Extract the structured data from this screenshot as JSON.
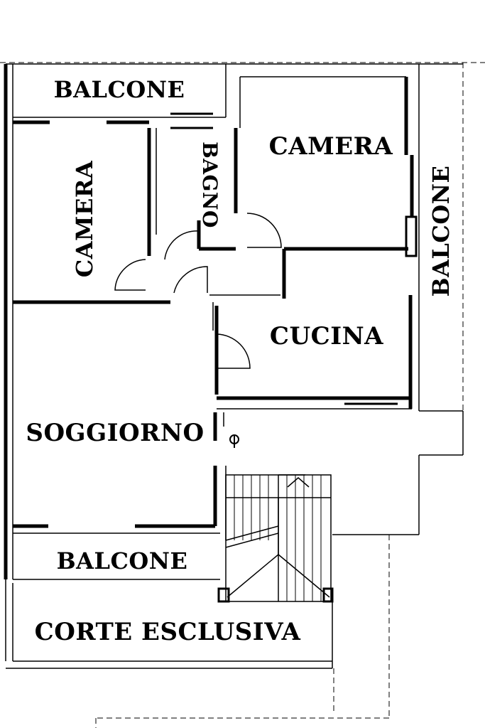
{
  "plan": {
    "rooms": {
      "balcone_top": "BALCONE",
      "camera_left": "CAMERA",
      "bagno": "BAGNO",
      "camera_right": "CAMERA",
      "balcone_right": "BALCONE",
      "cucina": "CUCINA",
      "soggiorno": "SOGGIORNO",
      "balcone_bottom": "BALCONE",
      "corte": "CORTE ESCLUSIVA"
    },
    "colors": {
      "ink": "#000000",
      "paper": "#ffffff"
    }
  }
}
